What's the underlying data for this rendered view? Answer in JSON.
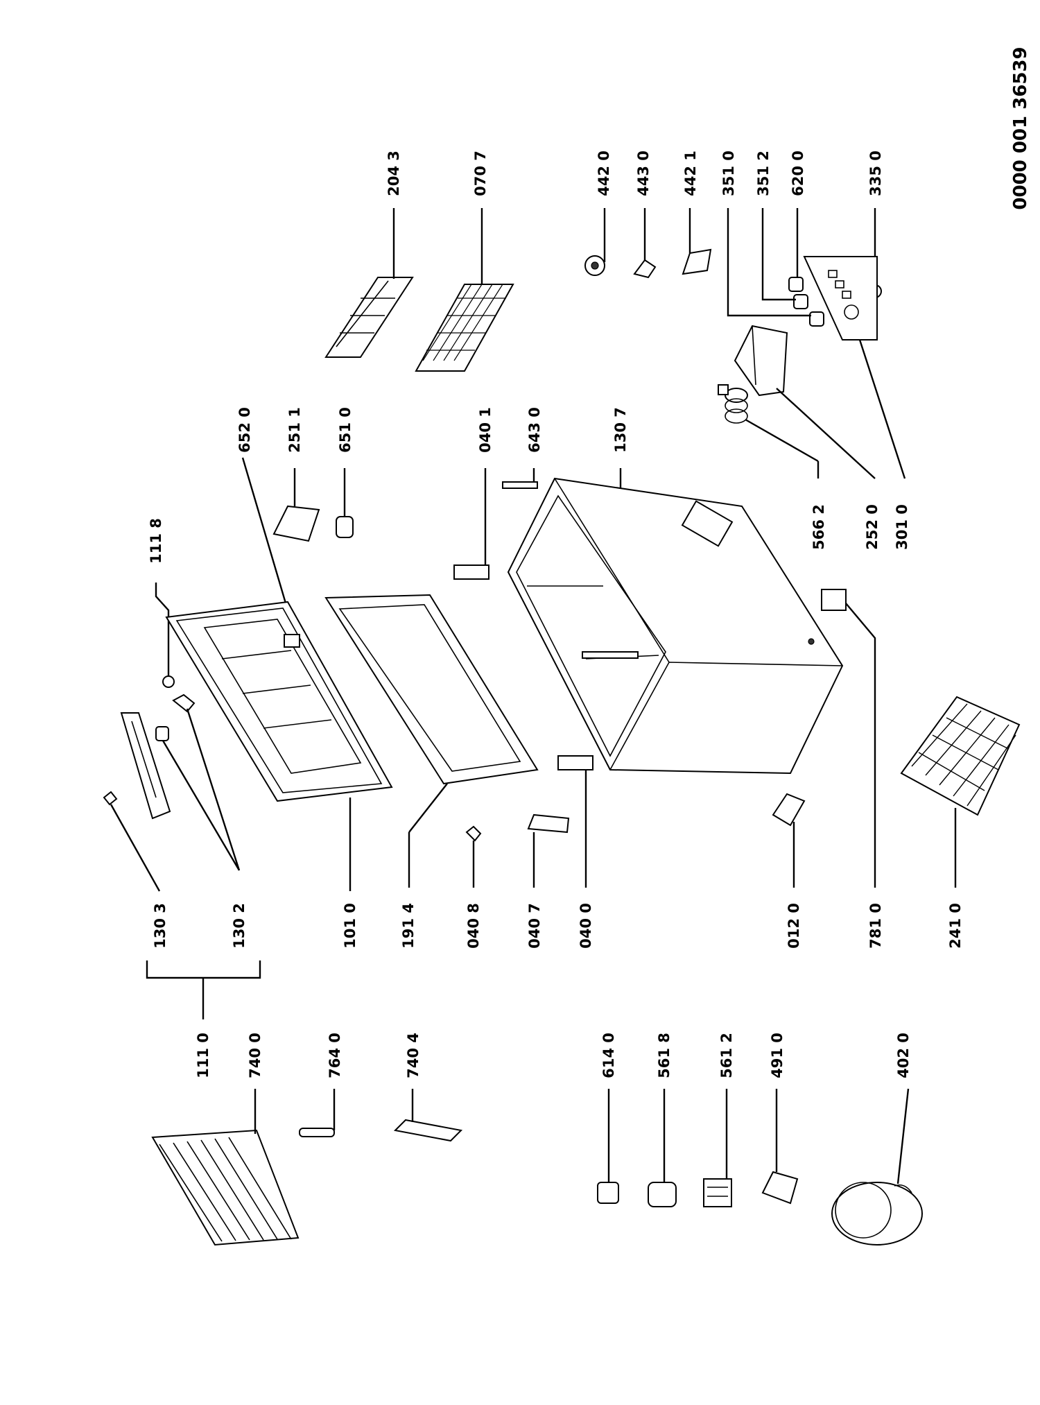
{
  "reference_number": "0000 001 36539",
  "labels": {
    "l2043": "204 3",
    "l0707": "070 7",
    "l4420": "442 0",
    "l4430": "443 0",
    "l4421": "442 1",
    "l3510": "351 0",
    "l3512": "351 2",
    "l6200": "620 0",
    "l3350": "335 0",
    "l6520": "652 0",
    "l2511": "251 1",
    "l6510": "651 0",
    "l0401": "040 1",
    "l6430": "643 0",
    "l1307": "130 7",
    "l1118": "111 8",
    "l5662": "566 2",
    "l2520": "252 0",
    "l3010": "301 0",
    "l1303": "130 3",
    "l1302": "130 2",
    "l1010": "101 0",
    "l1914": "191 4",
    "l0408": "040 8",
    "l0407": "040 7",
    "l0400": "040 0",
    "l0120": "012 0",
    "l7810": "781 0",
    "l2410": "241 0",
    "l1110": "111 0",
    "l7400": "740 0",
    "l7640": "764 0",
    "l7404": "740 4",
    "l6140": "614 0",
    "l5618": "561 8",
    "l5612": "561 2",
    "l4910": "491 0",
    "l4020": "402 0"
  }
}
